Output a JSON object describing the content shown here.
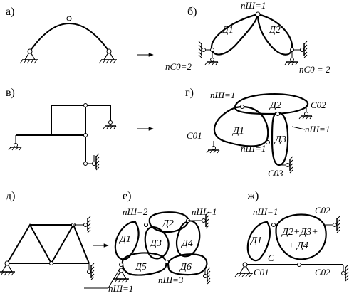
{
  "panels": {
    "a": {
      "label": "а)"
    },
    "b": {
      "label": "б)",
      "n_top": "nШ=1",
      "n_left": "nC0=2",
      "n_right": "nC0 = 2",
      "disks": [
        "Д1",
        "Д2"
      ]
    },
    "v": {
      "label": "в)"
    },
    "g": {
      "label": "г)",
      "n_top": "nШ=1",
      "n_right": "nШ=1",
      "n_mid": "nШ=1",
      "disks": [
        "Д2",
        "Д1",
        "Д3"
      ],
      "supports": [
        "C02",
        "C01",
        "C03"
      ]
    },
    "d": {
      "label": "д)"
    },
    "e": {
      "label": "е)",
      "n_top_left": "nШ=2",
      "n_top_right": "nШ=1",
      "n_bottom_right": "nШ=3",
      "n_bottom_left": "nШ=1",
      "disks": [
        "Д1",
        "Д2",
        "Д3",
        "Д4",
        "Д5",
        "Д6"
      ]
    },
    "zh": {
      "label": "ж)",
      "n_top": "nШ=1",
      "disk1": "Д1",
      "disk_combined_l1": "Д2+Д3+",
      "disk_combined_l2": "+ Д4",
      "node": "C",
      "supports": [
        "C02",
        "C01",
        "C02"
      ]
    }
  },
  "arrows": {
    "symbol": "→"
  }
}
